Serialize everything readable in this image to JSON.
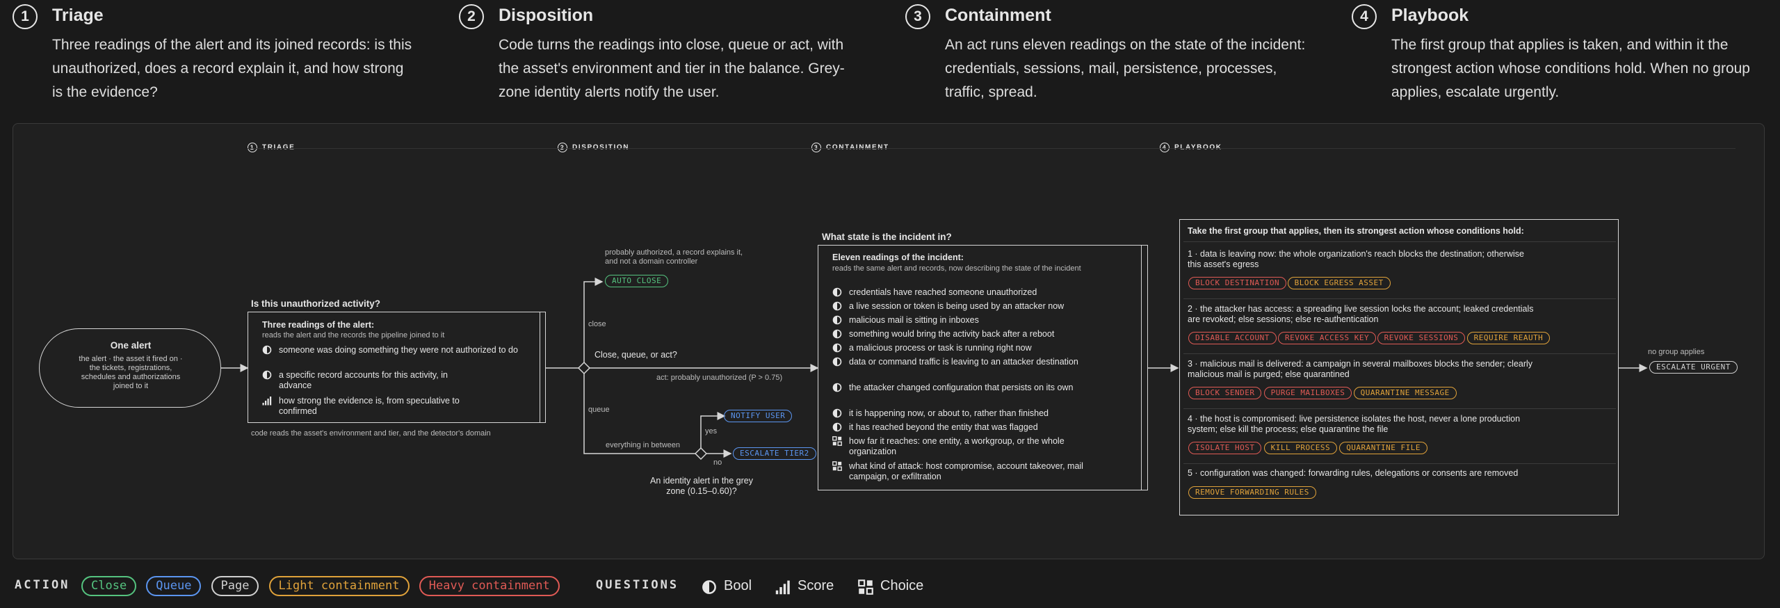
{
  "steps": [
    {
      "num": "1",
      "title": "Triage",
      "desc": "Three readings of the alert and its joined records: is this unauthorized, does a record explain it, and how strong is the evidence?"
    },
    {
      "num": "2",
      "title": "Disposition",
      "desc": "Code turns the readings into close, queue or act, with the asset's environment and tier in the balance. Grey-zone identity alerts notify the user."
    },
    {
      "num": "3",
      "title": "Containment",
      "desc": "An act runs eleven readings on the state of the incident: credentials, sessions, mail, persistence, processes, traffic, spread."
    },
    {
      "num": "4",
      "title": "Playbook",
      "desc": "The first group that applies is taken, and within it the strongest action whose conditions hold. When no group applies, escalate urgently."
    }
  ],
  "mini_headers": [
    "TRIAGE",
    "DISPOSITION",
    "CONTAINMENT",
    "PLAYBOOK"
  ],
  "alert_node": {
    "title": "One alert",
    "desc": "the alert · the asset it fired on · the tickets, registrations, schedules and authorizations joined to it"
  },
  "triage": {
    "question": "Is this unauthorized activity?",
    "box_title": "Three readings of the alert:",
    "box_sub": "reads the alert and the records the pipeline joined to it",
    "items": [
      {
        "icon": "bool",
        "text": "someone was doing something they were not authorized to do"
      },
      {
        "icon": "bool",
        "text": "a specific record accounts for this activity, in advance"
      },
      {
        "icon": "score",
        "text": "how strong the evidence is, from speculative to confirmed"
      }
    ],
    "footnote": "code reads the asset's environment and tier, and the detector's domain"
  },
  "disposition": {
    "close_note": "probably authorized, a record explains it, and not a domain controller",
    "auto_close": "AUTO CLOSE",
    "close_label": "close",
    "question": "Close, queue, or act?",
    "act_label": "act: probably unauthorized (P > 0.75)",
    "queue_label": "queue",
    "between_label": "everything in between",
    "yes": "yes",
    "no": "no",
    "notify_user": "NOTIFY USER",
    "escalate_tier2": "ESCALATE TIER2",
    "grey_zone": "An identity alert in the grey zone (0.15–0.60)?"
  },
  "containment": {
    "question": "What state is the incident in?",
    "box_title": "Eleven readings of the incident:",
    "box_sub": "reads the same alert and records, now describing the state of the incident",
    "items": [
      {
        "icon": "bool",
        "text": "credentials have reached someone unauthorized"
      },
      {
        "icon": "bool",
        "text": "a live session or token is being used by an attacker now"
      },
      {
        "icon": "bool",
        "text": "malicious mail is sitting in inboxes"
      },
      {
        "icon": "bool",
        "text": "something would bring the activity back after a reboot"
      },
      {
        "icon": "bool",
        "text": "a malicious process or task is running right now"
      },
      {
        "icon": "bool",
        "text": "data or command traffic is leaving to an attacker destination"
      },
      {
        "icon": "bool",
        "text": "the attacker changed configuration that persists on its own"
      },
      {
        "icon": "bool",
        "text": "it is happening now, or about to, rather than finished"
      },
      {
        "icon": "bool",
        "text": "it has reached beyond the entity that was flagged"
      },
      {
        "icon": "choice",
        "text": "how far it reaches: one entity, a workgroup, or the whole organization"
      },
      {
        "icon": "choice",
        "text": "what kind of attack: host compromise, account takeover, mail campaign, or exfiltration"
      }
    ]
  },
  "playbook": {
    "title": "Take the first group that applies, then its strongest action whose conditions hold:",
    "groups": [
      {
        "text": "1 · data is leaving now: the whole organization's reach blocks the destination; otherwise this asset's egress",
        "actions": [
          {
            "label": "BLOCK DESTINATION",
            "kind": "red"
          },
          {
            "label": "BLOCK EGRESS ASSET",
            "kind": "amber"
          }
        ]
      },
      {
        "text": "2 · the attacker has access: a spreading live session locks the account; leaked credentials are revoked; else sessions; else re-authentication",
        "actions": [
          {
            "label": "DISABLE ACCOUNT",
            "kind": "red"
          },
          {
            "label": "REVOKE ACCESS KEY",
            "kind": "red"
          },
          {
            "label": "REVOKE SESSIONS",
            "kind": "red"
          },
          {
            "label": "REQUIRE REAUTH",
            "kind": "amber"
          }
        ]
      },
      {
        "text": "3 · malicious mail is delivered: a campaign in several mailboxes blocks the sender; clearly malicious mail is purged; else quarantined",
        "actions": [
          {
            "label": "BLOCK SENDER",
            "kind": "red"
          },
          {
            "label": "PURGE MAILBOXES",
            "kind": "red"
          },
          {
            "label": "QUARANTINE MESSAGE",
            "kind": "amber"
          }
        ]
      },
      {
        "text": "4 · the host is compromised: live persistence isolates the host, never a lone production system; else kill the process; else quarantine the file",
        "actions": [
          {
            "label": "ISOLATE HOST",
            "kind": "red"
          },
          {
            "label": "KILL PROCESS",
            "kind": "amber"
          },
          {
            "label": "QUARANTINE FILE",
            "kind": "amber"
          }
        ]
      },
      {
        "text": "5 · configuration was changed: forwarding rules, delegations or consents are removed",
        "actions": [
          {
            "label": "REMOVE FORWARDING RULES",
            "kind": "amber"
          }
        ]
      }
    ],
    "no_group": "no group applies",
    "escalate_urgent": "ESCALATE URGENT"
  },
  "legend": {
    "action_label": "ACTION",
    "actions": [
      {
        "label": "Close",
        "kind": "green"
      },
      {
        "label": "Queue",
        "kind": "blue"
      },
      {
        "label": "Page",
        "kind": "gray"
      },
      {
        "label": "Light containment",
        "kind": "amber"
      },
      {
        "label": "Heavy containment",
        "kind": "red"
      }
    ],
    "questions_label": "QUESTIONS",
    "questions": [
      {
        "icon": "bool",
        "label": "Bool"
      },
      {
        "icon": "score",
        "label": "Score"
      },
      {
        "icon": "choice",
        "label": "Choice"
      }
    ]
  }
}
